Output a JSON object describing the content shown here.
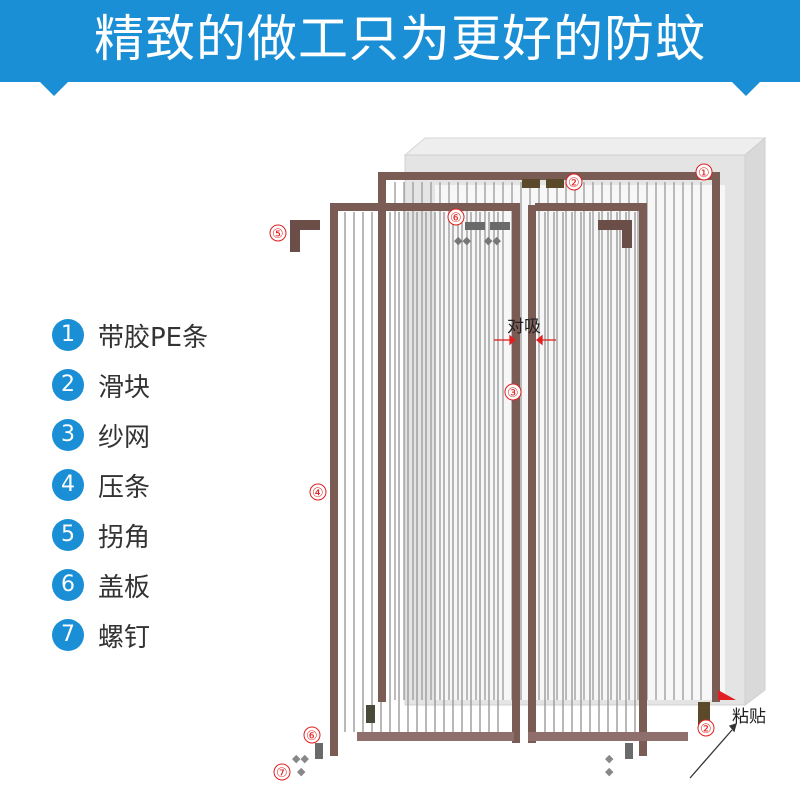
{
  "header": {
    "title": "精致的做工只为更好的防蚊"
  },
  "colors": {
    "header_bg": "#1a8fd6",
    "frame": "#7a5c55",
    "screen_line": "#9a9a9a",
    "wall": "#e0e0e0",
    "marker": "#e02020"
  },
  "legend": [
    {
      "number": "1",
      "label": "带胶PE条"
    },
    {
      "number": "2",
      "label": "滑块"
    },
    {
      "number": "3",
      "label": "纱网"
    },
    {
      "number": "4",
      "label": "压条"
    },
    {
      "number": "5",
      "label": "拐角"
    },
    {
      "number": "6",
      "label": "盖板"
    },
    {
      "number": "7",
      "label": "螺钉"
    }
  ],
  "diagram": {
    "markers": [
      "①",
      "②",
      "⑤",
      "⑥",
      "③",
      "④",
      "②",
      "⑥",
      "⑦"
    ],
    "label_duixi": "对吸",
    "label_niantie": "粘贴"
  }
}
